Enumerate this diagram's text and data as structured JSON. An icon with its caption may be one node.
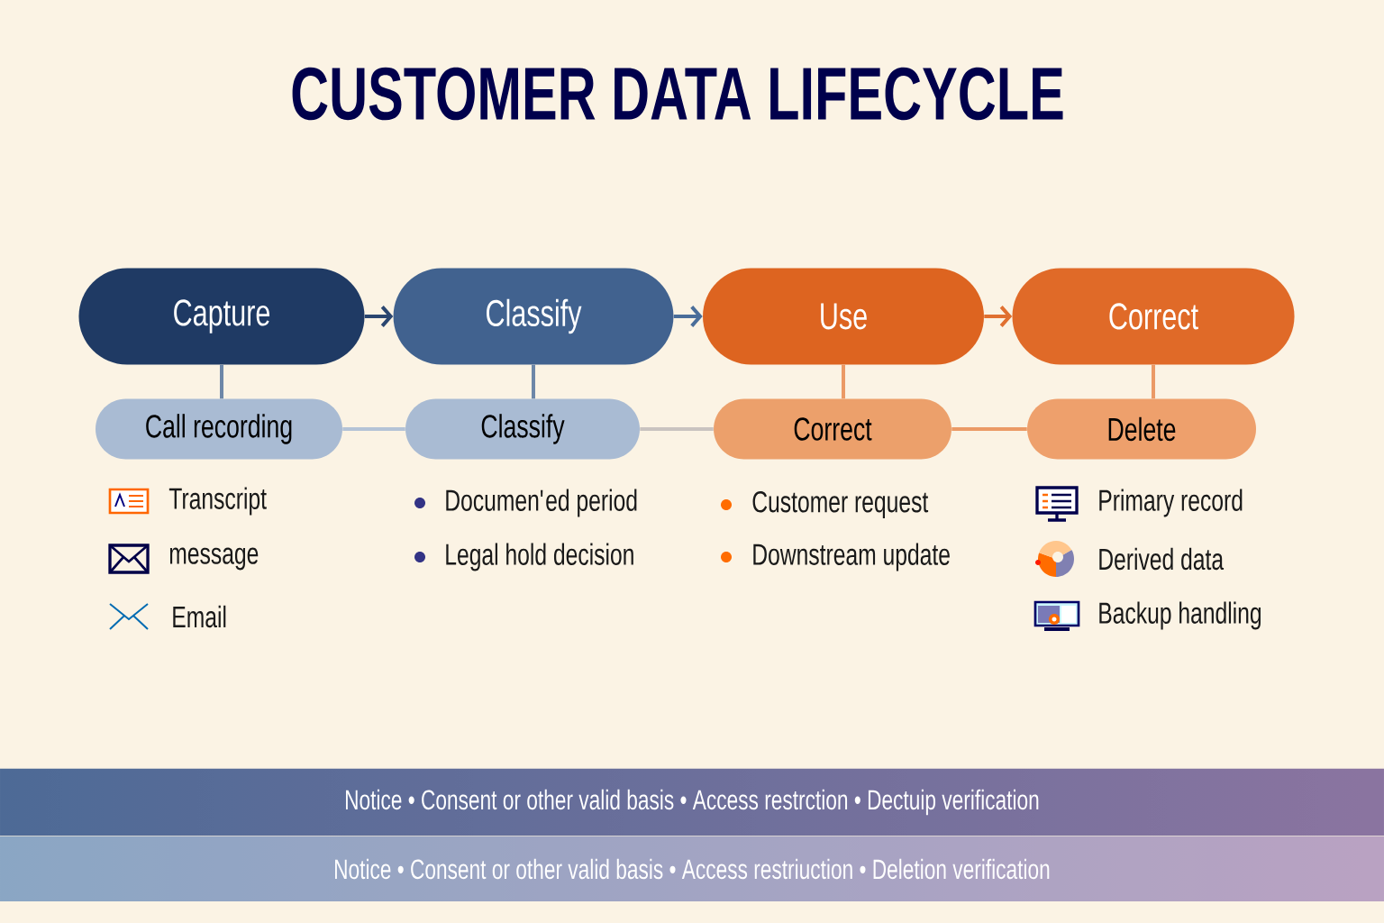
{
  "diagram": {
    "title": "CUSTOMER DATA LIFECYCLE",
    "nodes": [
      {
        "text": [
          "Capture"
        ]
      },
      {
        "text": [
          "Classify"
        ]
      },
      {
        "text": [
          "Use"
        ]
      },
      {
        "text": [
          "Correct"
        ]
      },
      {
        "text": [
          "Call recording"
        ]
      },
      {
        "text": [
          "Classify"
        ]
      },
      {
        "text": [
          "Correct"
        ]
      },
      {
        "text": [
          "Delete"
        ]
      },
      {
        "text": [
          "Notice • Consent or other valid basis • Access restrction • Dectuip verification"
        ]
      },
      {
        "text": [
          "Notice • Consent or other valid basis • Access restriuction • Deletion verification"
        ]
      }
    ],
    "edges": [
      {
        "from": 0,
        "to": 1,
        "arrow": "to",
        "color": "#2a4670"
      },
      {
        "from": 1,
        "to": 2,
        "arrow": "to",
        "color": "#4a6d99"
      },
      {
        "from": 2,
        "to": 3,
        "arrow": "to",
        "color": "#e07030"
      },
      {
        "from": 0,
        "to": 4,
        "arrow": "none",
        "color": "#6d87a8"
      },
      {
        "from": 1,
        "to": 5,
        "arrow": "none",
        "color": "#6d87a8"
      },
      {
        "from": 2,
        "to": 6,
        "arrow": "none",
        "color": "#eb9a66"
      },
      {
        "from": 3,
        "to": 7,
        "arrow": "none",
        "color": "#eb9a66"
      },
      {
        "from": 4,
        "to": 5,
        "arrow": "none",
        "color": "#b4c3d6"
      },
      {
        "from": 5,
        "to": 6,
        "arrow": "none",
        "color": "#c9c3c0"
      },
      {
        "from": 6,
        "to": 7,
        "arrow": "none",
        "color": "#eb9a66"
      }
    ],
    "labels": [
      "Transcript",
      "message",
      "Email",
      "Documen'ed period",
      "Legal hold decision",
      "Customer request",
      "Downstream update",
      "Primary record",
      "Derived data",
      "Backup handling"
    ]
  }
}
